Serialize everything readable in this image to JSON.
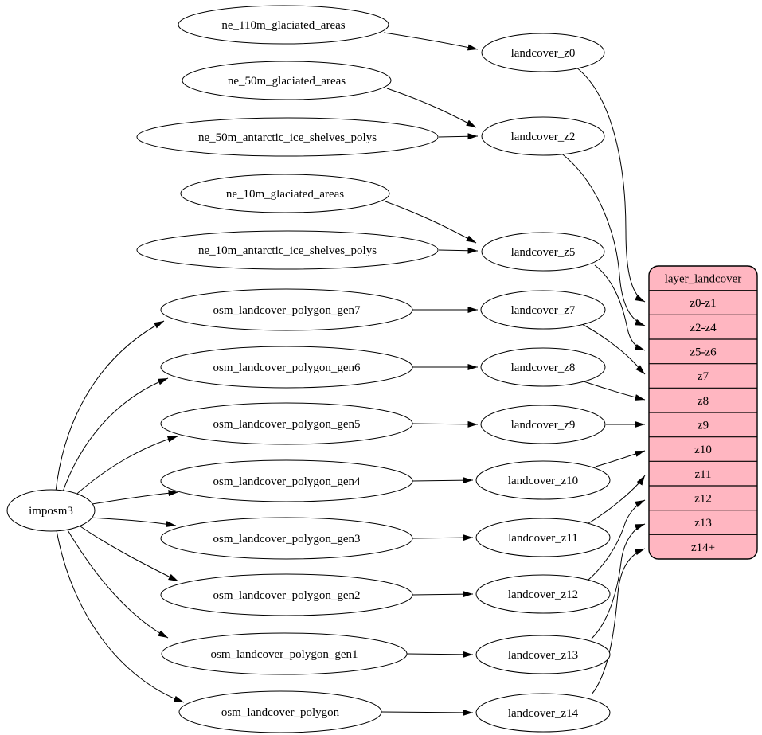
{
  "diagram": {
    "type": "dependency-graph",
    "colors": {
      "background": "#ffffff",
      "node_fill": "#ffffff",
      "node_stroke": "#000000",
      "edge": "#000000",
      "table_fill": "#ffb6c1"
    },
    "nodes": {
      "imposm3": {
        "label": "imposm3"
      },
      "ne_110m_glaciated_areas": {
        "label": "ne_110m_glaciated_areas"
      },
      "ne_50m_glaciated_areas": {
        "label": "ne_50m_glaciated_areas"
      },
      "ne_50m_antarctic_ice_shelves_polys": {
        "label": "ne_50m_antarctic_ice_shelves_polys"
      },
      "ne_10m_glaciated_areas": {
        "label": "ne_10m_glaciated_areas"
      },
      "ne_10m_antarctic_ice_shelves_polys": {
        "label": "ne_10m_antarctic_ice_shelves_polys"
      },
      "osm_landcover_polygon_gen7": {
        "label": "osm_landcover_polygon_gen7"
      },
      "osm_landcover_polygon_gen6": {
        "label": "osm_landcover_polygon_gen6"
      },
      "osm_landcover_polygon_gen5": {
        "label": "osm_landcover_polygon_gen5"
      },
      "osm_landcover_polygon_gen4": {
        "label": "osm_landcover_polygon_gen4"
      },
      "osm_landcover_polygon_gen3": {
        "label": "osm_landcover_polygon_gen3"
      },
      "osm_landcover_polygon_gen2": {
        "label": "osm_landcover_polygon_gen2"
      },
      "osm_landcover_polygon_gen1": {
        "label": "osm_landcover_polygon_gen1"
      },
      "osm_landcover_polygon": {
        "label": "osm_landcover_polygon"
      },
      "landcover_z0": {
        "label": "landcover_z0"
      },
      "landcover_z2": {
        "label": "landcover_z2"
      },
      "landcover_z5": {
        "label": "landcover_z5"
      },
      "landcover_z7": {
        "label": "landcover_z7"
      },
      "landcover_z8": {
        "label": "landcover_z8"
      },
      "landcover_z9": {
        "label": "landcover_z9"
      },
      "landcover_z10": {
        "label": "landcover_z10"
      },
      "landcover_z11": {
        "label": "landcover_z11"
      },
      "landcover_z12": {
        "label": "landcover_z12"
      },
      "landcover_z13": {
        "label": "landcover_z13"
      },
      "landcover_z14": {
        "label": "landcover_z14"
      }
    },
    "table": {
      "title": "layer_landcover",
      "rows": [
        "z0-z1",
        "z2-z4",
        "z5-z6",
        "z7",
        "z8",
        "z9",
        "z10",
        "z11",
        "z12",
        "z13",
        "z14+"
      ]
    },
    "edges": [
      {
        "from": "ne_110m_glaciated_areas",
        "to": "landcover_z0"
      },
      {
        "from": "ne_50m_glaciated_areas",
        "to": "landcover_z2"
      },
      {
        "from": "ne_50m_antarctic_ice_shelves_polys",
        "to": "landcover_z2"
      },
      {
        "from": "ne_10m_glaciated_areas",
        "to": "landcover_z5"
      },
      {
        "from": "ne_10m_antarctic_ice_shelves_polys",
        "to": "landcover_z5"
      },
      {
        "from": "imposm3",
        "to": "osm_landcover_polygon_gen7"
      },
      {
        "from": "imposm3",
        "to": "osm_landcover_polygon_gen6"
      },
      {
        "from": "imposm3",
        "to": "osm_landcover_polygon_gen5"
      },
      {
        "from": "imposm3",
        "to": "osm_landcover_polygon_gen4"
      },
      {
        "from": "imposm3",
        "to": "osm_landcover_polygon_gen3"
      },
      {
        "from": "imposm3",
        "to": "osm_landcover_polygon_gen2"
      },
      {
        "from": "imposm3",
        "to": "osm_landcover_polygon_gen1"
      },
      {
        "from": "imposm3",
        "to": "osm_landcover_polygon"
      },
      {
        "from": "osm_landcover_polygon_gen7",
        "to": "landcover_z7"
      },
      {
        "from": "osm_landcover_polygon_gen6",
        "to": "landcover_z8"
      },
      {
        "from": "osm_landcover_polygon_gen5",
        "to": "landcover_z9"
      },
      {
        "from": "osm_landcover_polygon_gen4",
        "to": "landcover_z10"
      },
      {
        "from": "osm_landcover_polygon_gen3",
        "to": "landcover_z11"
      },
      {
        "from": "osm_landcover_polygon_gen2",
        "to": "landcover_z12"
      },
      {
        "from": "osm_landcover_polygon_gen1",
        "to": "landcover_z13"
      },
      {
        "from": "osm_landcover_polygon",
        "to": "landcover_z14"
      },
      {
        "from": "landcover_z0",
        "to": "layer_landcover.z0-z1"
      },
      {
        "from": "landcover_z2",
        "to": "layer_landcover.z2-z4"
      },
      {
        "from": "landcover_z5",
        "to": "layer_landcover.z5-z6"
      },
      {
        "from": "landcover_z7",
        "to": "layer_landcover.z7"
      },
      {
        "from": "landcover_z8",
        "to": "layer_landcover.z8"
      },
      {
        "from": "landcover_z9",
        "to": "layer_landcover.z9"
      },
      {
        "from": "landcover_z10",
        "to": "layer_landcover.z10"
      },
      {
        "from": "landcover_z11",
        "to": "layer_landcover.z11"
      },
      {
        "from": "landcover_z12",
        "to": "layer_landcover.z12"
      },
      {
        "from": "landcover_z13",
        "to": "layer_landcover.z13"
      },
      {
        "from": "landcover_z14",
        "to": "layer_landcover.z14+"
      }
    ]
  }
}
